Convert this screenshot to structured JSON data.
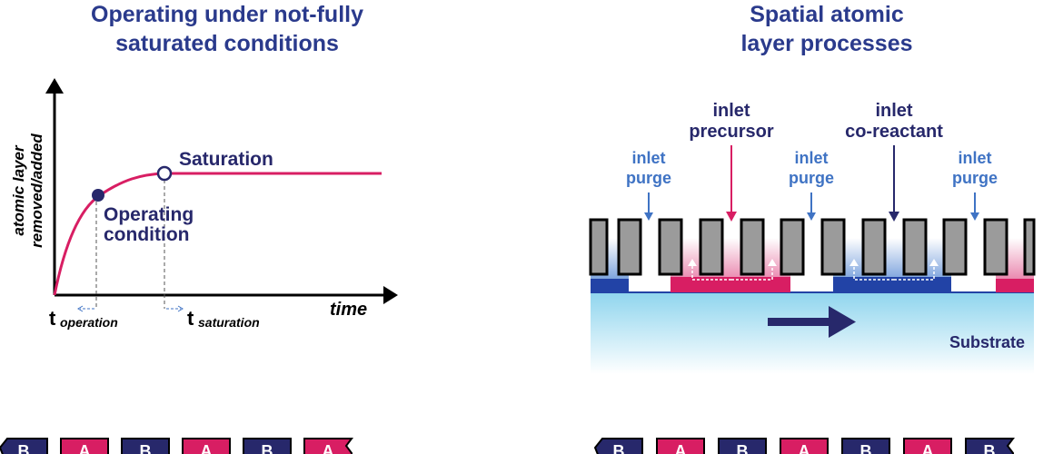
{
  "left_panel": {
    "title_line1": "Operating under not-fully",
    "title_line2": "saturated conditions",
    "y_axis_label_line1": "atomic layer",
    "y_axis_label_line2": "removed/added",
    "x_axis_label": "time",
    "saturation_label": "Saturation",
    "operating_label_line1": "Operating",
    "operating_label_line2": "condition",
    "t_operation_main": "t",
    "t_operation_sub": "operation",
    "t_saturation_main": "t",
    "t_saturation_sub": "saturation"
  },
  "right_panel": {
    "title_line1": "Spatial atomic",
    "title_line2": "layer processes",
    "inlet_purge_1_line1": "inlet",
    "inlet_purge_1_line2": "purge",
    "inlet_precursor_line1": "inlet",
    "inlet_precursor_line2": "precursor",
    "inlet_purge_2_line1": "inlet",
    "inlet_purge_2_line2": "purge",
    "inlet_coreactant_line1": "inlet",
    "inlet_coreactant_line2": "co-reactant",
    "inlet_purge_3_line1": "inlet",
    "inlet_purge_3_line2": "purge",
    "substrate_label": "Substrate"
  },
  "bottom_left_tags": [
    {
      "letter": "B",
      "color": "#27286b"
    },
    {
      "letter": "A",
      "color": "#d81e63"
    },
    {
      "letter": "B",
      "color": "#27286b"
    },
    {
      "letter": "A",
      "color": "#d81e63"
    },
    {
      "letter": "B",
      "color": "#27286b"
    },
    {
      "letter": "A",
      "color": "#d81e63"
    }
  ],
  "bottom_right_tags": [
    {
      "letter": "B",
      "color": "#27286b"
    },
    {
      "letter": "A",
      "color": "#d81e63"
    },
    {
      "letter": "B",
      "color": "#27286b"
    },
    {
      "letter": "A",
      "color": "#d81e63"
    },
    {
      "letter": "B",
      "color": "#27286b"
    },
    {
      "letter": "A",
      "color": "#d81e63"
    },
    {
      "letter": "B",
      "color": "#27286b"
    }
  ],
  "colors": {
    "navy": "#27286b",
    "pink": "#d81e63",
    "blue": "#3f73c4",
    "deep_blue": "#2243a6",
    "gray": "#9b9b9b",
    "title": "#2a3a8c"
  }
}
